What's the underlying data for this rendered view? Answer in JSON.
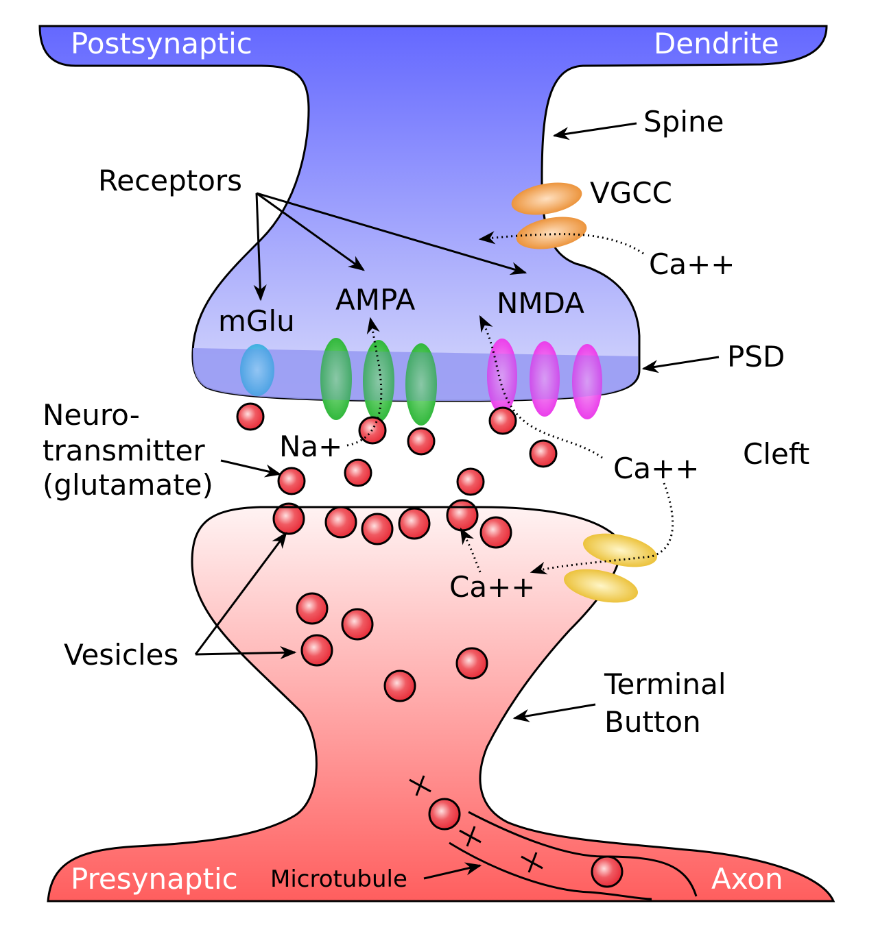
{
  "labels": {
    "postsynaptic": "Postsynaptic",
    "dendrite": "Dendrite",
    "spine": "Spine",
    "vgcc": "VGCC",
    "ca_spine": "Ca++",
    "receptors": "Receptors",
    "mglu": "mGlu",
    "ampa": "AMPA",
    "nmda": "NMDA",
    "psd": "PSD",
    "neuro1": "Neuro-",
    "neuro2": "transmitter",
    "neuro3": "(glutamate)",
    "na": "Na+",
    "ca_cleft": "Ca++",
    "cleft": "Cleft",
    "ca_terminal": "Ca++",
    "vesicles": "Vesicles",
    "terminal1": "Terminal",
    "terminal2": "Button",
    "presynaptic": "Presynaptic",
    "microtubule": "Microtubule",
    "axon": "Axon"
  },
  "colors": {
    "post_top": "#6468ff",
    "post_bottom": "#d2d4fb",
    "pre_top": "#fff0f0",
    "pre_bottom": "#ff5e5e",
    "vesicle": "#ef3c46",
    "mglu": "#33aadd",
    "ampa": "#22bb33",
    "nmda": "#ee33ee",
    "vgcc": "#ee8822",
    "presyn_channel": "#eebb22"
  }
}
